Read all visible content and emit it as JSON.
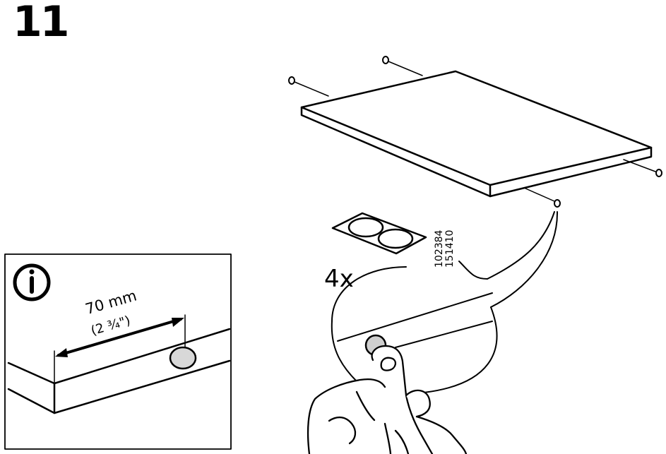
{
  "step": {
    "number": "11"
  },
  "info_panel": {
    "icon": "info-icon",
    "measure_metric": "70 mm",
    "measure_imperial": "(2 ¾\")"
  },
  "main": {
    "quantity": "4x",
    "part_numbers": [
      "102384",
      "151410"
    ],
    "pad_sheet_icon": "felt-pad-sheet",
    "hand_icon": "hand-pressing-icon"
  }
}
